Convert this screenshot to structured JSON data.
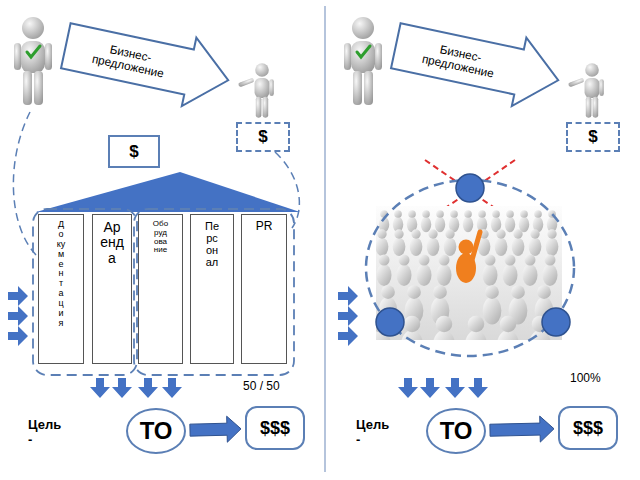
{
  "diagram": {
    "nodes": [
      {
        "text": [
          "Бизнес-предложение"
        ]
      },
      {
        "text": [
          "$"
        ]
      },
      {
        "text": [
          "$"
        ]
      },
      {
        "text": [
          "Документация"
        ]
      },
      {
        "text": [
          "Аренда"
        ]
      },
      {
        "text": [
          "Оборудование"
        ]
      },
      {
        "text": [
          "Персонал"
        ]
      },
      {
        "text": [
          "PR"
        ]
      },
      {
        "text": [
          "ТО"
        ]
      },
      {
        "text": [
          "$$$"
        ]
      },
      {
        "text": [
          "Бизнес-предложение"
        ]
      },
      {
        "text": [
          "$"
        ]
      },
      {
        "text": [
          "ТО"
        ]
      },
      {
        "text": [
          "$$$"
        ]
      }
    ],
    "edges": [
      {
        "from": 8,
        "to": 9,
        "arrow": "to"
      },
      {
        "from": 12,
        "to": 13,
        "arrow": "to"
      }
    ],
    "labels": [
      "50 / 50",
      "Цель -",
      "100%",
      "Цель -"
    ]
  }
}
